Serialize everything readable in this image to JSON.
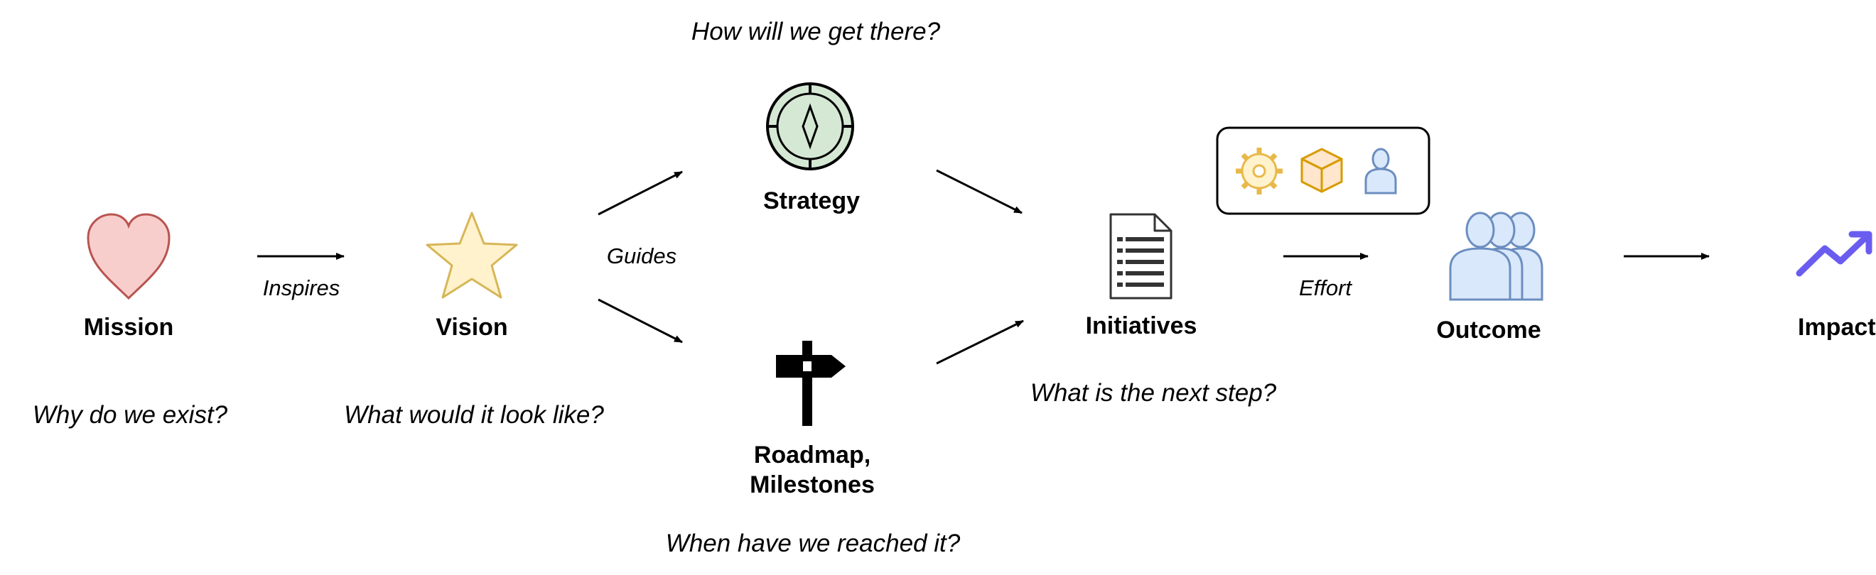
{
  "nodes": {
    "mission": {
      "label": "Mission",
      "question": "Why do we exist?"
    },
    "vision": {
      "label": "Vision",
      "question": "What would it look like?"
    },
    "strategy": {
      "label": "Strategy",
      "question": "How will we get there?"
    },
    "roadmap": {
      "label_line1": "Roadmap,",
      "label_line2": "Milestones",
      "question": "When have we reached it?"
    },
    "initiatives": {
      "label": "Initiatives",
      "question": "What is the next step?"
    },
    "outcome": {
      "label": "Outcome"
    },
    "impact": {
      "label": "Impact"
    }
  },
  "edges": {
    "inspires": "Inspires",
    "guides": "Guides",
    "effort": "Effort"
  },
  "icons": {
    "mission": "heart-icon",
    "vision": "star-icon",
    "strategy": "compass-icon",
    "roadmap": "signpost-icon",
    "initiatives": "document-list-icon",
    "outcome": "user-group-icon",
    "impact": "trending-up-icon",
    "effort_box": [
      "gear-icon",
      "box-icon",
      "person-icon"
    ]
  },
  "colors": {
    "heart_fill": "#f8cecc",
    "heart_stroke": "#b85450",
    "star_fill": "#fff2cc",
    "star_stroke": "#d6b656",
    "compass_fill": "#d5e8d4",
    "compass_stroke": "#000000",
    "people_fill": "#dae8fc",
    "people_stroke": "#6c8ebf",
    "gear_color": "#e8b94a",
    "box_fill": "#ffe6cc",
    "box_stroke": "#d79b00",
    "impact_arrow": "#6b5cf0"
  }
}
